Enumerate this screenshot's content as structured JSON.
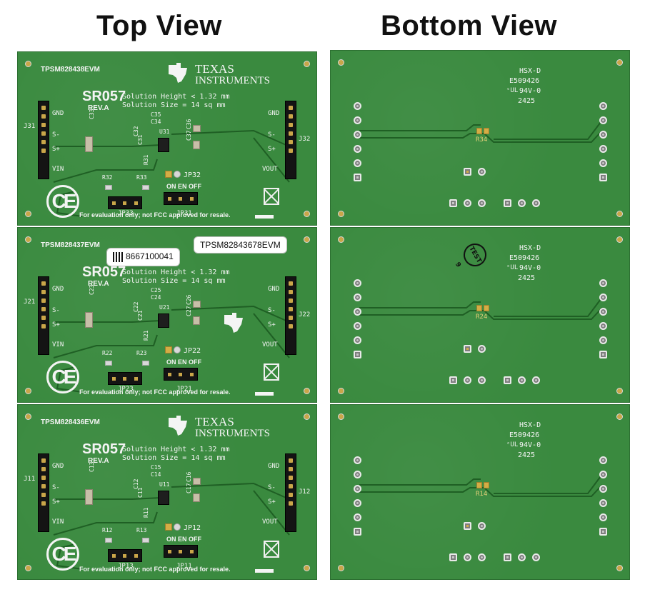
{
  "headings": {
    "top": "Top View",
    "bottom": "Bottom View"
  },
  "top_boards": [
    {
      "board_name": "TPSM828438EVM",
      "series": "SR057",
      "rev": "REV.A",
      "solution_height": "Solution Height < 1.32 mm",
      "solution_size": "Solution Size = 14 sq mm",
      "left_pins": [
        "GND",
        "S-",
        "S+",
        "VIN"
      ],
      "right_pins": [
        "GND",
        "S-",
        "S+",
        "VOUT"
      ],
      "left_connector": "J31",
      "right_connector": "J32",
      "caps": [
        "C33",
        "C35",
        "C34",
        "C32",
        "C31",
        "C36",
        "C37"
      ],
      "chip": "U31",
      "resistors": [
        "R31",
        "R32",
        "R33"
      ],
      "jumpers": [
        "JP32",
        "JP33",
        "JP31"
      ],
      "enable_label": "ON EN OFF",
      "disclaimer": "For evaluation only; not FCC approved for resale.",
      "ti_line1": "TEXAS",
      "ti_line2": "INSTRUMENTS",
      "ce": "CE"
    },
    {
      "board_name": "TPSM828437EVM",
      "series": "SR057",
      "rev": "REV.A",
      "solution_height": "Solution Height < 1.32 mm",
      "solution_size": "Solution Size = 14 sq mm",
      "left_pins": [
        "GND",
        "S-",
        "S+",
        "VIN"
      ],
      "right_pins": [
        "GND",
        "S-",
        "S+",
        "VOUT"
      ],
      "left_connector": "J21",
      "right_connector": "J22",
      "caps": [
        "C23",
        "C25",
        "C24",
        "C22",
        "C21",
        "C26",
        "C27"
      ],
      "chip": "U21",
      "resistors": [
        "R21",
        "R22",
        "R23"
      ],
      "jumpers": [
        "JP22",
        "JP23",
        "JP21"
      ],
      "enable_label": "ON EN OFF",
      "disclaimer": "For evaluation only; not FCC approved for resale.",
      "ce": "CE",
      "sticker_serial": "8667100041",
      "sticker_model": "TPSM82843678EVM"
    },
    {
      "board_name": "TPSM828436EVM",
      "series": "SR057",
      "rev": "REV.A",
      "solution_height": "Solution Height < 1.32 mm",
      "solution_size": "Solution Size = 14 sq mm",
      "left_pins": [
        "GND",
        "S-",
        "S+",
        "VIN"
      ],
      "right_pins": [
        "GND",
        "S-",
        "S+",
        "VOUT"
      ],
      "left_connector": "J11",
      "right_connector": "J12",
      "caps": [
        "C13",
        "C15",
        "C14",
        "C12",
        "C11",
        "C16",
        "C17"
      ],
      "chip": "U11",
      "resistors": [
        "R11",
        "R12",
        "R13"
      ],
      "jumpers": [
        "JP12",
        "JP13",
        "JP11"
      ],
      "enable_label": "ON EN OFF",
      "disclaimer": "For evaluation only; not FCC approved for resale.",
      "ti_line1": "TEXAS",
      "ti_line2": "INSTRUMENTS",
      "ce": "CE"
    }
  ],
  "bottom_boards": [
    {
      "code1": "HSX-D",
      "code2": "E509426",
      "rating": "94V-0",
      "date": "2425",
      "ul": "ᶜUL",
      "resistor": "R34"
    },
    {
      "code1": "HSX-D",
      "code2": "E509426",
      "rating": "94V-0",
      "date": "2425",
      "ul": "ᶜUL",
      "resistor": "R24",
      "stamp": "TEST 9"
    },
    {
      "code1": "HSX-D",
      "code2": "E509426",
      "rating": "94V-0",
      "date": "2425",
      "ul": "ᶜUL",
      "resistor": "R14"
    }
  ],
  "colors": {
    "pcb": "#3a8a3f",
    "silkscreen": "#f4f4f4",
    "header": "#141414",
    "gold": "#d4ad45"
  }
}
